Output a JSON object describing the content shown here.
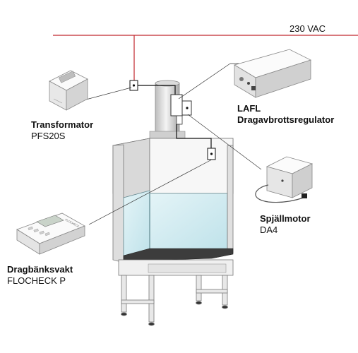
{
  "power_label": "230 VAC",
  "components": [
    {
      "id": "transformator",
      "title": "Transformator",
      "model": "PFS20S"
    },
    {
      "id": "lafl",
      "title": "LAFL",
      "model": "Dragavbrottsregulator"
    },
    {
      "id": "spjallmotor",
      "title": "Spjällmotor",
      "model": "DA4"
    },
    {
      "id": "dragbanksvakt",
      "title": "Dragbänksvakt",
      "model": "FLOCHECK P"
    }
  ],
  "device_text": {
    "flocheck_brand": "FLOCHECK"
  },
  "colors": {
    "power_line": "#c0272d",
    "signal_line": "#111111",
    "connector_line": "#333333",
    "device_body": "#f2f2f2",
    "cabinet_body": "#efefef",
    "glass": "#d8eef3"
  }
}
